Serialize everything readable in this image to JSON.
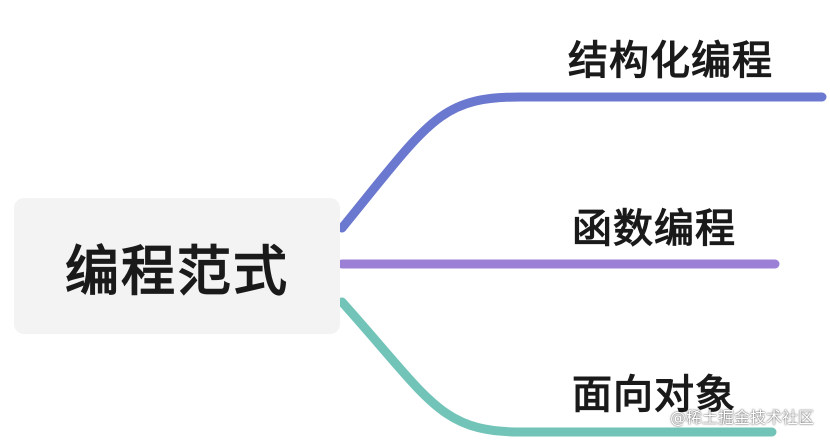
{
  "mindmap": {
    "root": {
      "label": "编程范式"
    },
    "branches": [
      {
        "label": "结构化编程",
        "color": "#6b78cf"
      },
      {
        "label": "函数编程",
        "color": "#9b80d6"
      },
      {
        "label": "面向对象",
        "color": "#72c4b8"
      }
    ]
  },
  "watermark": {
    "text": "@稀土掘金技术社区"
  }
}
